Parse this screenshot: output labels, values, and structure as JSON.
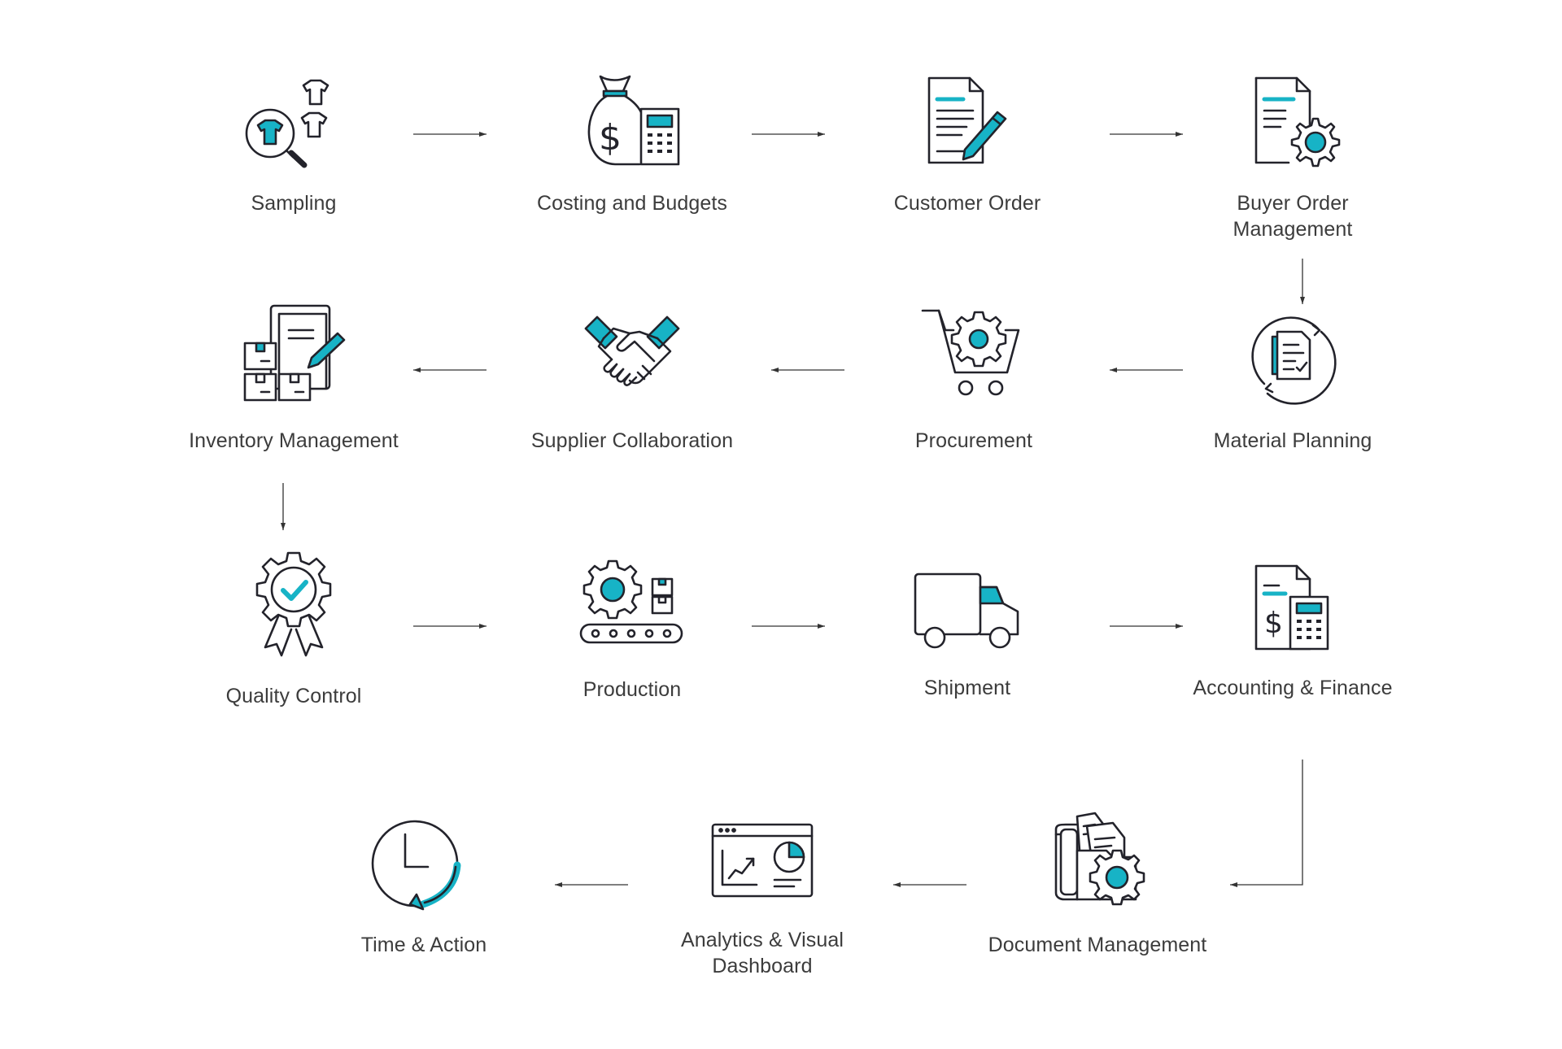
{
  "colors": {
    "accent": "#17b3c6",
    "stroke": "#23232b",
    "text": "#3c3c3c",
    "arrow": "#333333"
  },
  "steps": [
    {
      "id": "sampling",
      "label": "Sampling",
      "icon": "tshirt-magnifier-icon"
    },
    {
      "id": "costing",
      "label": "Costing and Budgets",
      "icon": "money-bag-calculator-icon"
    },
    {
      "id": "customer-order",
      "label": "Customer Order",
      "icon": "document-pen-icon"
    },
    {
      "id": "buyer-order",
      "label": "Buyer Order\nManagement",
      "icon": "document-gear-icon"
    },
    {
      "id": "material-planning",
      "label": "Material Planning",
      "icon": "clipboard-cycle-icon"
    },
    {
      "id": "procurement",
      "label": "Procurement",
      "icon": "cart-gear-icon"
    },
    {
      "id": "supplier",
      "label": "Supplier Collaboration",
      "icon": "handshake-icon"
    },
    {
      "id": "inventory",
      "label": "Inventory Management",
      "icon": "boxes-clipboard-icon"
    },
    {
      "id": "quality",
      "label": "Quality Control",
      "icon": "award-check-icon"
    },
    {
      "id": "production",
      "label": "Production",
      "icon": "gear-conveyor-icon"
    },
    {
      "id": "shipment",
      "label": "Shipment",
      "icon": "truck-icon"
    },
    {
      "id": "accounting",
      "label": "Accounting & Finance",
      "icon": "invoice-calculator-icon"
    },
    {
      "id": "document",
      "label": "Document Management",
      "icon": "folder-gear-icon"
    },
    {
      "id": "analytics",
      "label": "Analytics & Visual\nDashboard",
      "icon": "dashboard-chart-icon"
    },
    {
      "id": "time-action",
      "label": "Time & Action",
      "icon": "clock-arrow-icon"
    }
  ]
}
